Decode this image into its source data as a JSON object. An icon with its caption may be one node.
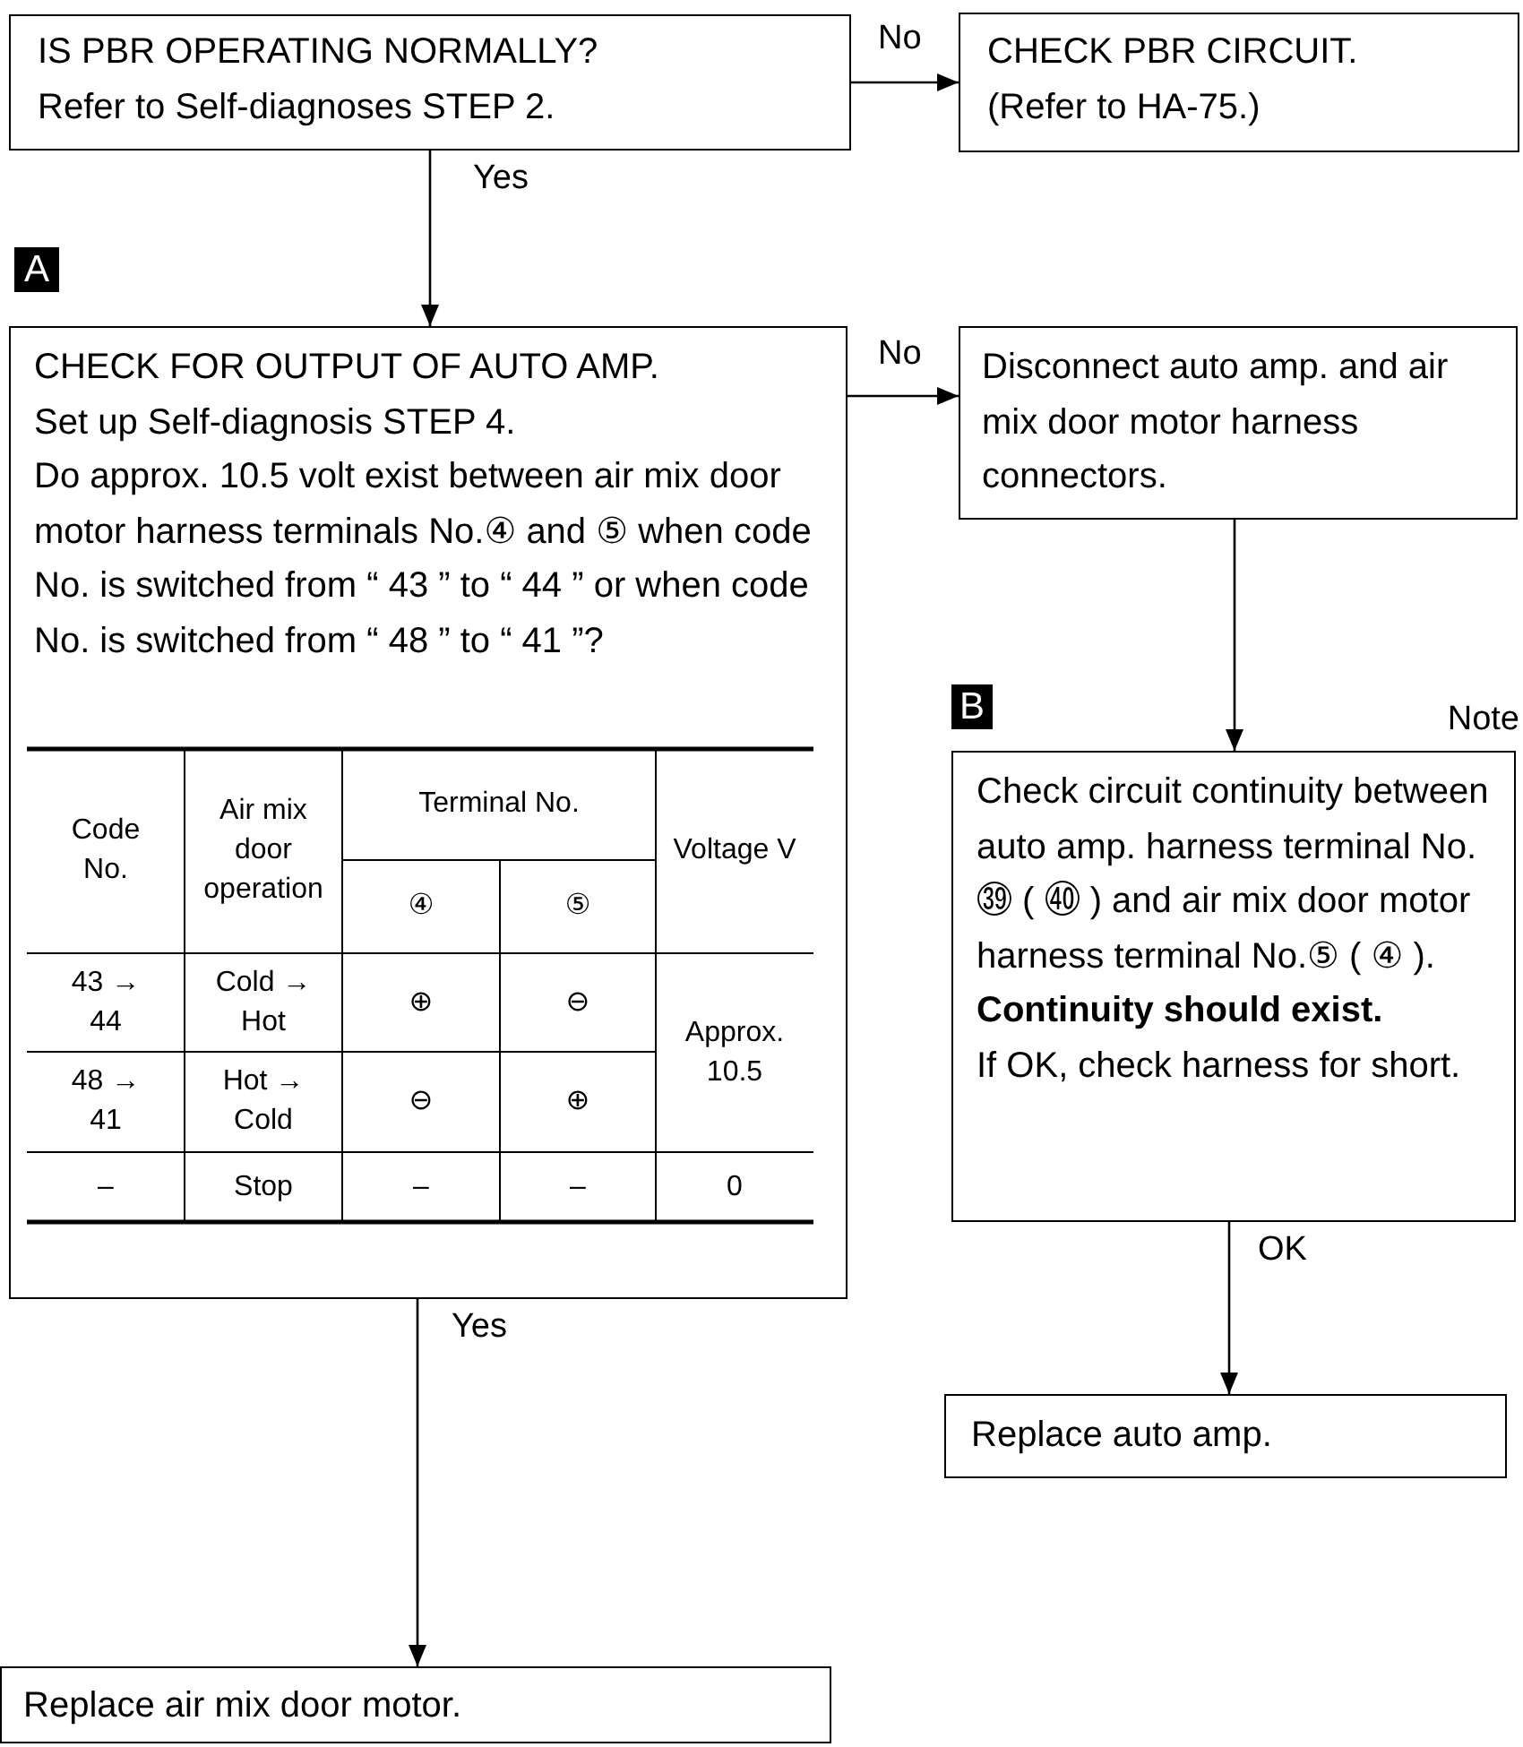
{
  "diagram": {
    "nodes": [
      {
        "text": [
          "IS PBR OPERATING NORMALLY?",
          "Refer to Self-diagnoses STEP 2."
        ]
      },
      {
        "text": [
          "CHECK PBR CIRCUIT.",
          "(Refer to HA-75.)"
        ]
      },
      {
        "text": [
          "CHECK FOR OUTPUT OF AUTO AMP.",
          "Set up Self-diagnosis STEP 4.",
          "Do approx. 10.5 volt exist between air mix door motor harness terminals No.④ and ⑤ when code No. is switched from “ 43 ” to “ 44 ” or when code No. is switched from “ 48 ” to “ 41 ”?"
        ],
        "beside": [
          "A"
        ]
      },
      {
        "text": [
          "Disconnect auto amp. and air mix door motor harness connectors."
        ]
      },
      {
        "text": [
          "Check circuit continuity between auto amp. harness terminal No.㊴ ( ㊵ ) and air mix door motor harness terminal No.⑤ ( ④ ).",
          "Continuity should exist.",
          "If OK, check harness for short."
        ],
        "beside": [
          "B",
          "Note"
        ]
      },
      {
        "text": [
          "Replace auto amp."
        ]
      },
      {
        "text": [
          "Replace air mix door motor."
        ]
      }
    ],
    "edges": [
      {
        "from": 0,
        "to": 1,
        "arrow": "to",
        "label": "No"
      },
      {
        "from": 0,
        "to": 2,
        "arrow": "to",
        "label": "Yes"
      },
      {
        "from": 2,
        "to": 3,
        "arrow": "to",
        "label": "No"
      },
      {
        "from": 3,
        "to": 4,
        "arrow": "to"
      },
      {
        "from": 4,
        "to": 5,
        "arrow": "to",
        "label": "OK"
      },
      {
        "from": 2,
        "to": 6,
        "arrow": "to",
        "label": "Yes"
      }
    ],
    "labels": [
      "Code No.",
      "Air mix door operation",
      "Terminal No.",
      "Voltage V",
      "④",
      "⑤",
      "43 → 44",
      "Cold → Hot",
      "⊕",
      "⊖",
      "Approx. 10.5",
      "48 → 41",
      "Hot → Cold",
      "⊖",
      "⊕",
      "–",
      "Stop",
      "–",
      "–",
      "0"
    ]
  }
}
